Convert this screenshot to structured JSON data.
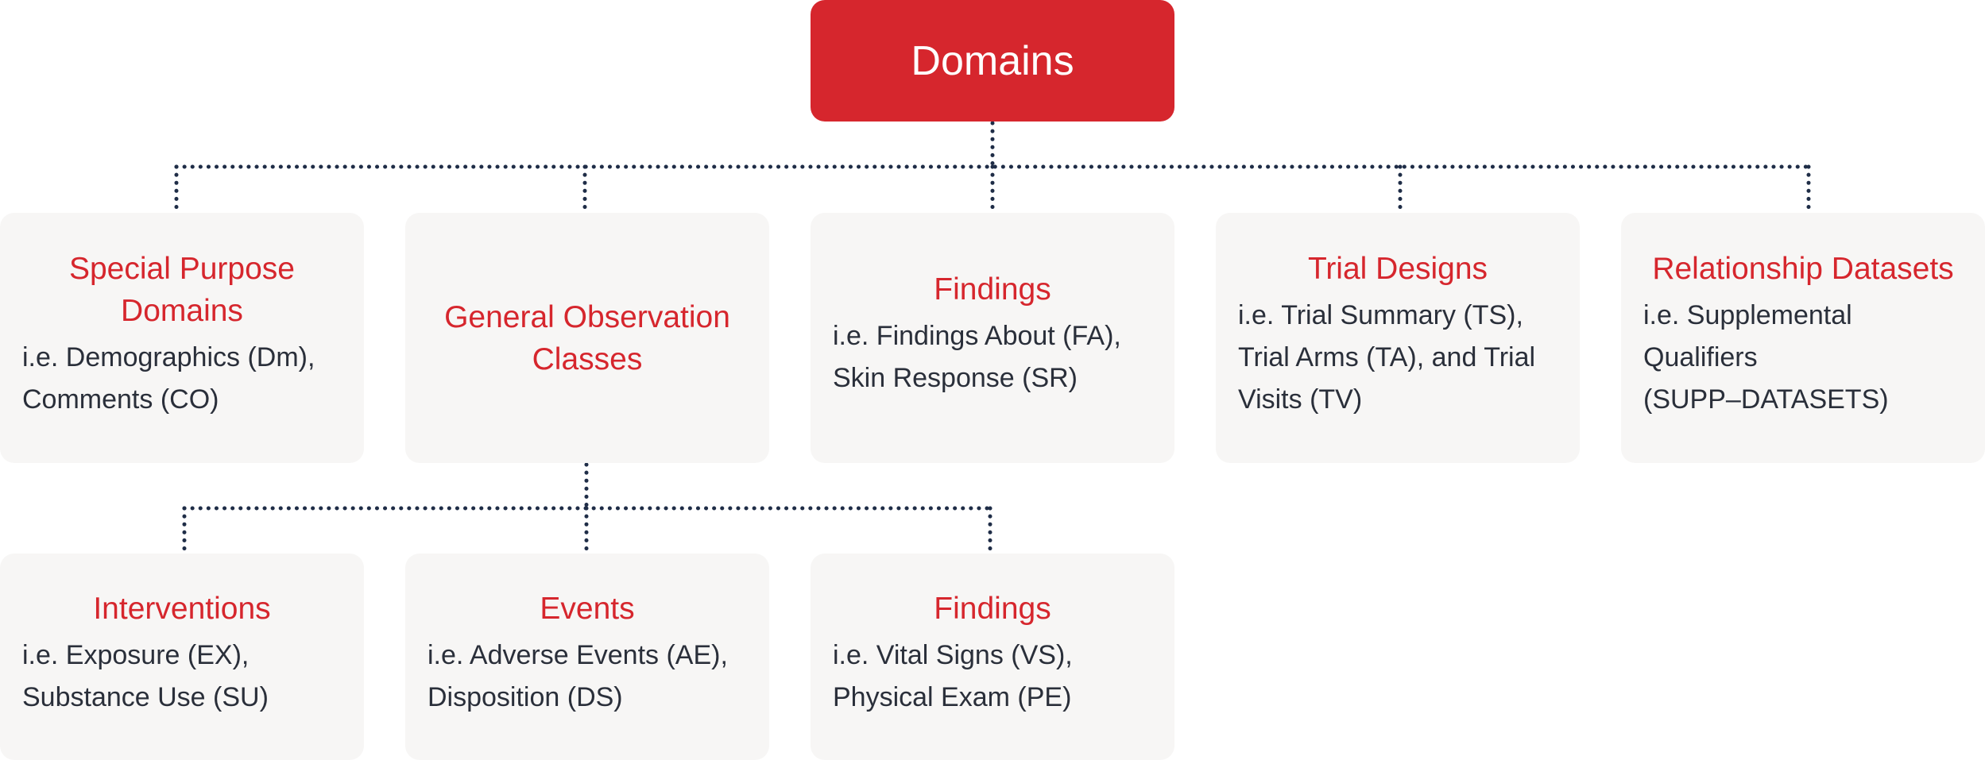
{
  "colors": {
    "accent": "#d6262d",
    "box_background": "#f7f6f5",
    "connector": "#1f2d47",
    "text": "#2a2f3a"
  },
  "root": {
    "title": "Domains"
  },
  "level1": [
    {
      "title_lines": [
        "Special Purpose",
        "Domains"
      ],
      "desc_lines": [
        "i.e. Demographics (Dm),",
        "Comments (CO)"
      ]
    },
    {
      "title_lines": [
        "General Observation",
        "Classes"
      ],
      "desc_lines": []
    },
    {
      "title_lines": [
        "Findings"
      ],
      "desc_lines": [
        "i.e. Findings About (FA),",
        "Skin Response (SR)"
      ]
    },
    {
      "title_lines": [
        "Trial Designs"
      ],
      "desc_lines": [
        "i.e. Trial Summary (TS),",
        "Trial Arms (TA), and Trial",
        "Visits (TV)"
      ]
    },
    {
      "title_lines": [
        "Relationship Datasets"
      ],
      "desc_lines": [
        "i.e. Supplemental",
        "Qualifiers",
        "(SUPP–DATASETS)"
      ]
    }
  ],
  "level2": [
    {
      "title_lines": [
        "Interventions"
      ],
      "desc_lines": [
        "i.e. Exposure (EX),",
        "Substance Use (SU)"
      ]
    },
    {
      "title_lines": [
        "Events"
      ],
      "desc_lines": [
        "i.e. Adverse Events (AE),",
        "Disposition (DS)"
      ]
    },
    {
      "title_lines": [
        "Findings"
      ],
      "desc_lines": [
        "i.e. Vital Signs (VS),",
        "Physical Exam (PE)"
      ]
    }
  ]
}
